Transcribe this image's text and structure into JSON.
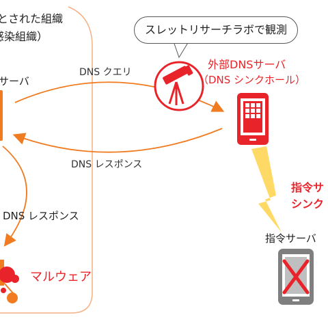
{
  "org": {
    "title_line1": "とされた組織",
    "title_line2": "感染組織）"
  },
  "internal_dns": {
    "label": "サーバ"
  },
  "observation": {
    "callout_text": "スレットリサーチラボで観測"
  },
  "external_dns": {
    "label_line1": "外部DNSサーバ",
    "label_line2": "（DNS シンクホール）"
  },
  "flows": {
    "query": "DNS クエリ",
    "response_external": "DNS レスポンス",
    "response_internal": "DNS レスポンス"
  },
  "malware": {
    "label": "マルウェア"
  },
  "command_server": {
    "label": "指令サーバ",
    "red_line1": "指令サ",
    "red_line2": "シンク"
  },
  "colors": {
    "accent_orange": "#f07b20",
    "accent_red": "#e8242a",
    "org_border": "#f4b183",
    "lightning": "#ffd966",
    "phone_body": "#7f7f7f",
    "telescope_ring": "#e8242a"
  },
  "icons": [
    "telescope-icon",
    "phone-icon",
    "crossed-phone-icon",
    "lightning-bolt-icon",
    "malware-icon",
    "server-icon"
  ]
}
